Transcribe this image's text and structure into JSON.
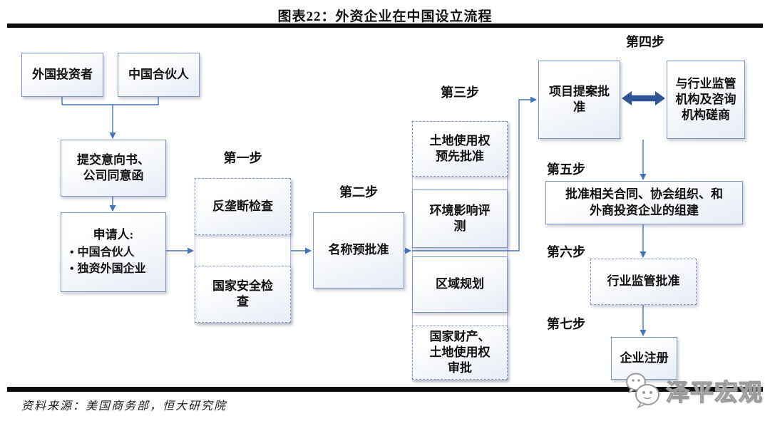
{
  "title": "图表22：外资企业在中国设立流程",
  "steps": {
    "s1": "第一步",
    "s2": "第二步",
    "s3": "第三步",
    "s4": "第四步",
    "s5": "第五步",
    "s6": "第六步",
    "s7": "第七步"
  },
  "nodes": {
    "foreign_investor": "外国投资者",
    "chinese_partner": "中国合伙人",
    "letter_of_intent": "提交意向书、\n公司同意函",
    "applicant": {
      "heading": "申请人:",
      "bullet": "•",
      "items": [
        "中国合伙人",
        "独资外国企业"
      ]
    },
    "anti_monopoly_review": "反垄断检查",
    "national_security_review": "国家安全检\n查",
    "name_preapproval": "名称预批准",
    "land_use_preapproval": "土地使用权\n预先批准",
    "environmental_assessment": "环境影响评\n测",
    "regional_planning": "区域规划",
    "state_property_approval": "国家财产、\n土地使用权\n审批",
    "project_proposal_approval": "项目提案批\n准",
    "regulator_consultation": "与行业监管\n机构及咨询\n机构磋商",
    "contracts_approval": "批准相关合同、协会组织、和\n外商投资企业的组建",
    "industry_regulatory_approval": "行业监管批准",
    "enterprise_registration": "企业注册"
  },
  "source_note": "资料来源：美国商务部，恒大研究院",
  "watermark": "泽平宏观",
  "colors": {
    "box_border": "#7d95bf",
    "box_fill_start": "#ffffff",
    "box_fill_end": "#e7ecf5",
    "connector": "#4472c4",
    "double_arrow": "#2e5597",
    "divider_bar": "#0d0d0d",
    "text": "#111111"
  }
}
